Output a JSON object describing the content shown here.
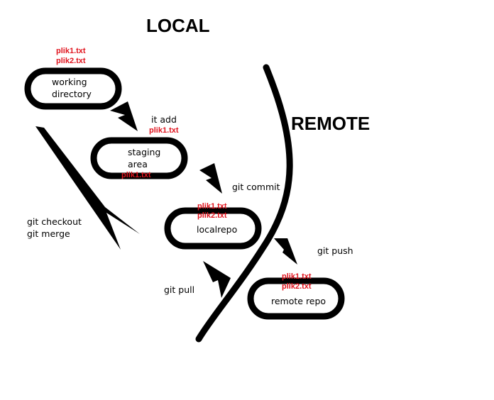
{
  "titles": {
    "local": "LOCAL",
    "remote": "REMOTE"
  },
  "nodes": {
    "working": {
      "line1": "working",
      "line2": "directory",
      "files": [
        "plik1.txt",
        "plik2.txt"
      ]
    },
    "staging": {
      "line1": "staging",
      "line2": "area",
      "files": [
        "plik1.txt"
      ]
    },
    "localrepo": {
      "label": "localrepo",
      "files": [
        "plik1.txt",
        "plik2.txt"
      ]
    },
    "remote": {
      "label": "remote repo",
      "files": [
        "plik1.txt",
        "plik2.txt"
      ]
    }
  },
  "edges": {
    "add": {
      "label": "it add",
      "file": "plik1.txt"
    },
    "commit": {
      "label": "git commit"
    },
    "push": {
      "label": "git push"
    },
    "pull": {
      "label": "git pull"
    },
    "checkout": {
      "line1": "git checkout",
      "line2": "git merge"
    }
  },
  "colors": {
    "ink": "#000000",
    "file_text": "#e0141e"
  }
}
